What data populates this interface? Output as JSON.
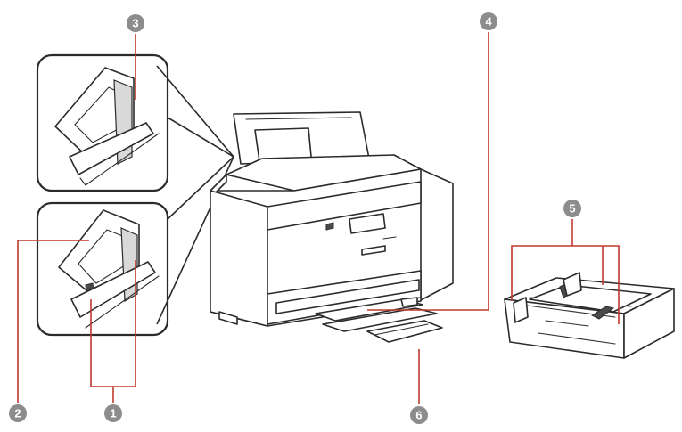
{
  "callouts": [
    {
      "id": "callout-1",
      "label": "1"
    },
    {
      "id": "callout-2",
      "label": "2"
    },
    {
      "id": "callout-3",
      "label": "3"
    },
    {
      "id": "callout-4",
      "label": "4"
    },
    {
      "id": "callout-5",
      "label": "5"
    },
    {
      "id": "callout-6",
      "label": "6"
    }
  ],
  "colors": {
    "leader_line": "#c0392b",
    "callout_fill": "#8c8c8c",
    "outline": "#2b2b2b"
  }
}
